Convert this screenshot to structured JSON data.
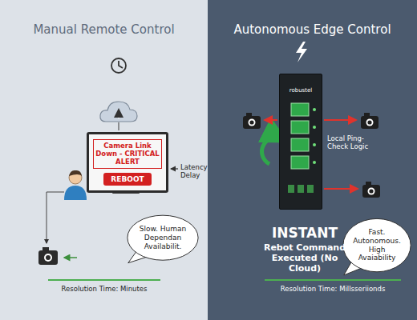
{
  "diagram": {
    "nodes": [
      {
        "text": [
          "Manual Remote Control"
        ]
      },
      {
        "text": [
          "Camera Link Down - CRITICAL ALERT"
        ],
        "in": 0
      },
      {
        "text": [
          "REBOOT"
        ],
        "in": 1
      },
      {
        "text": [
          "Slow. Human Dependan Availabilit."
        ],
        "in": 0
      },
      {
        "text": [
          "Autonomous Edge Control"
        ]
      },
      {
        "text": [
          "robustel"
        ],
        "in": 4
      },
      {
        "text": [
          "Fast. Autonomous. High Avaiability"
        ],
        "in": 4
      }
    ],
    "labels": [
      "Latency Delay",
      "Resolution Time: Minutes",
      "Local Ping-Check Logic",
      "INSTANT",
      "Rebot Command Executed (No Cloud)",
      "Resolution Time: Millsseriionds"
    ]
  }
}
